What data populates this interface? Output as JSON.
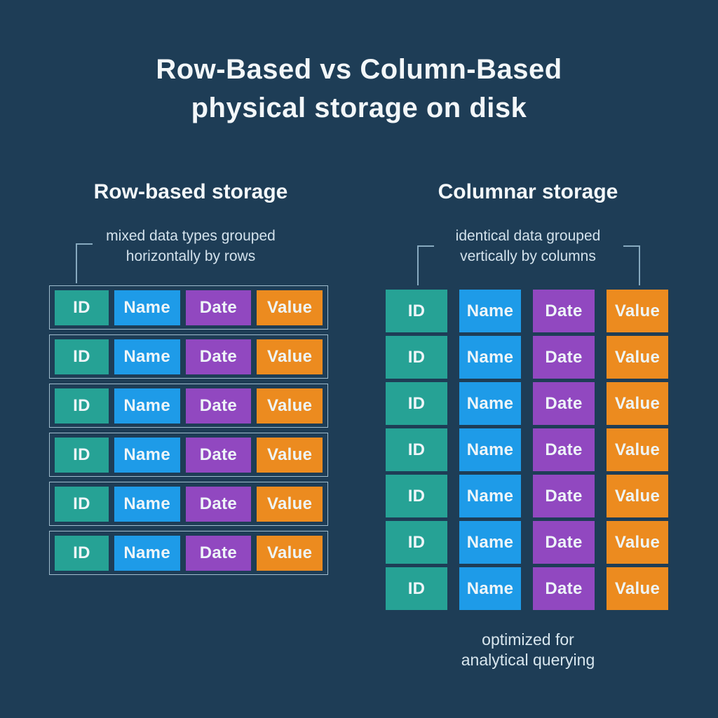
{
  "title": {
    "line1": "Row-Based vs Column-Based",
    "line2": "physical storage on disk"
  },
  "left_panel": {
    "heading": "Row-based storage",
    "annotation": {
      "line1": "mixed data types grouped",
      "line2": "horizontally by rows"
    },
    "rows": [
      [
        "ID",
        "Name",
        "Date",
        "Value"
      ],
      [
        "ID",
        "Name",
        "Date",
        "Value"
      ],
      [
        "ID",
        "Name",
        "Date",
        "Value"
      ],
      [
        "ID",
        "Name",
        "Date",
        "Value"
      ],
      [
        "ID",
        "Name",
        "Date",
        "Value"
      ],
      [
        "ID",
        "Name",
        "Date",
        "Value"
      ]
    ]
  },
  "right_panel": {
    "heading": "Columnar storage",
    "annotation": {
      "line1": "identical data grouped",
      "line2": "vertically by columns"
    },
    "columns": [
      {
        "label": "ID",
        "cells": [
          "ID",
          "ID",
          "ID",
          "ID",
          "ID",
          "ID",
          "ID"
        ]
      },
      {
        "label": "Name",
        "cells": [
          "Name",
          "Name",
          "Name",
          "Name",
          "Name",
          "Name",
          "Name"
        ]
      },
      {
        "label": "Date",
        "cells": [
          "Date",
          "Date",
          "Date",
          "Date",
          "Date",
          "Date",
          "Date"
        ]
      },
      {
        "label": "Value",
        "cells": [
          "Value",
          "Value",
          "Value",
          "Value",
          "Value",
          "Value",
          "Value"
        ]
      }
    ],
    "caption": {
      "line1": "optimized for",
      "line2": "analytical querying"
    }
  },
  "colors": {
    "background": "#1e3d56",
    "cell_colors": {
      "ID": "#26a295",
      "Name": "#1e9be8",
      "Date": "#9148c0",
      "Value": "#ec8b1f"
    },
    "cell_text": "#eef5f8",
    "row_border": "#b6d2e2",
    "bracket": "#87aabf",
    "heading_text": "#f3f7f9",
    "annotation_text": "#d3e2ec"
  }
}
